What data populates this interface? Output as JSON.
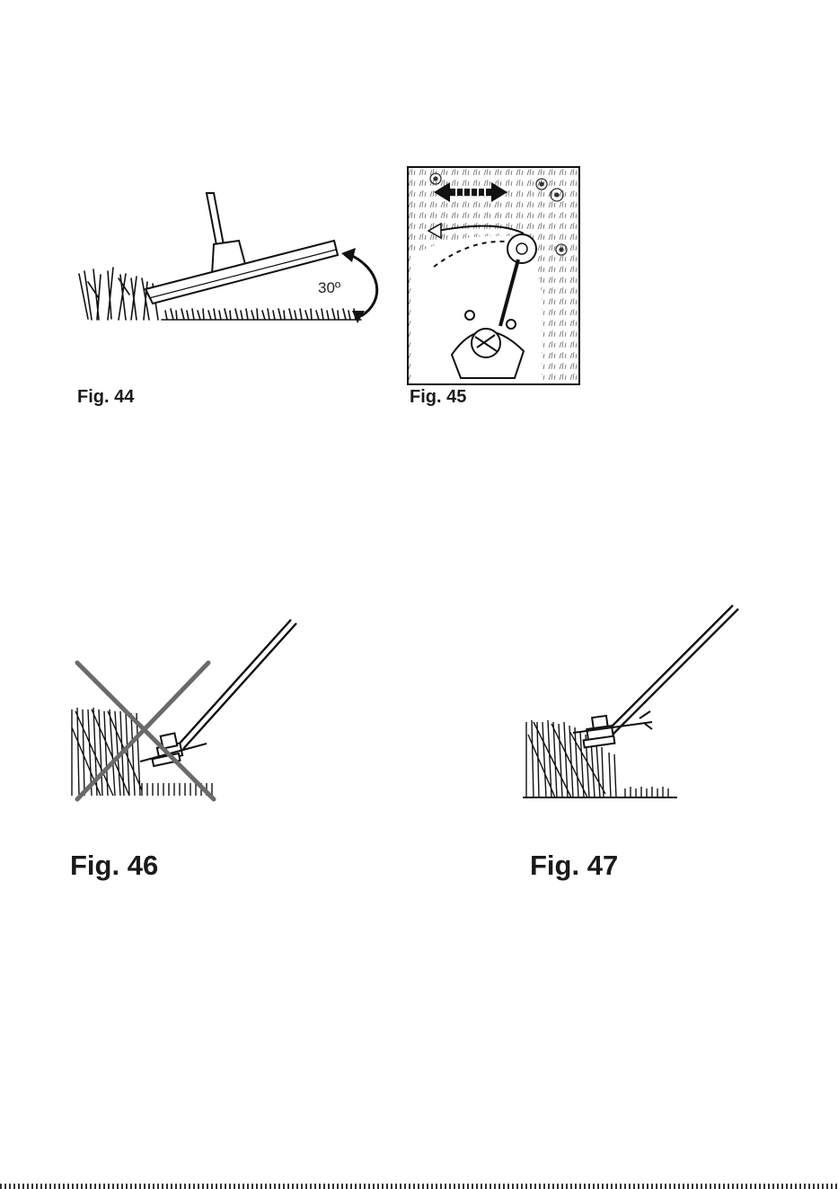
{
  "figures": {
    "fig44": {
      "caption": "Fig. 44",
      "angle_label": "30º"
    },
    "fig45": {
      "caption": "Fig. 45"
    },
    "fig46": {
      "caption": "Fig. 46"
    },
    "fig47": {
      "caption": "Fig. 47"
    }
  }
}
